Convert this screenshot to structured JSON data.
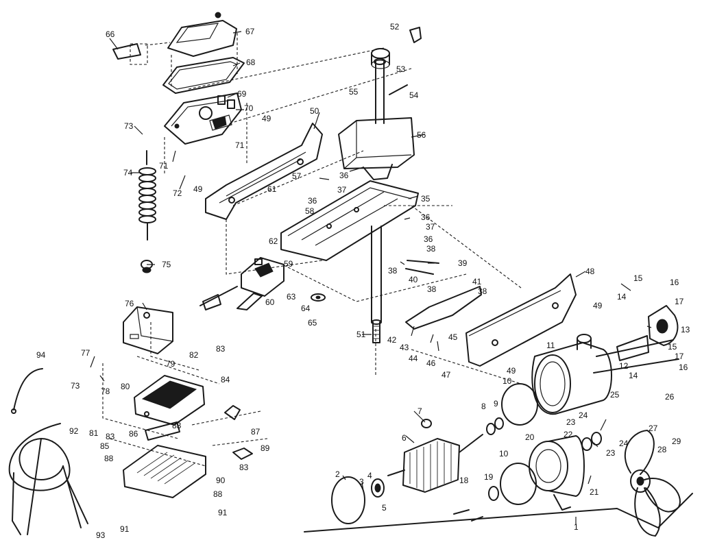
{
  "callouts": [
    "1",
    "2",
    "3",
    "4",
    "5",
    "6",
    "7",
    "8",
    "9",
    "10",
    "11",
    "12",
    "13",
    "14",
    "15",
    "16",
    "17",
    "18",
    "19",
    "20",
    "21",
    "22",
    "23",
    "24",
    "25",
    "26",
    "27",
    "28",
    "29",
    "35",
    "36",
    "37",
    "38",
    "39",
    "40",
    "41",
    "42",
    "43",
    "44",
    "45",
    "46",
    "47",
    "48",
    "49",
    "50",
    "51",
    "52",
    "53",
    "54",
    "55",
    "56",
    "57",
    "58",
    "59",
    "60",
    "61",
    "62",
    "63",
    "64",
    "65",
    "66",
    "67",
    "68",
    "69",
    "70",
    "71",
    "72",
    "73",
    "74",
    "75",
    "76",
    "77",
    "78",
    "79",
    "80",
    "81",
    "82",
    "83",
    "84",
    "85",
    "86",
    "87",
    "88",
    "89",
    "90",
    "91",
    "92",
    "93",
    "94"
  ]
}
